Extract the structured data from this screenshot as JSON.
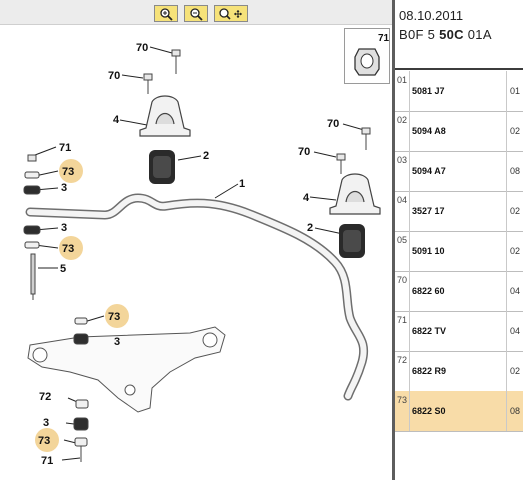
{
  "toolbar": {
    "buttons": [
      {
        "name": "zoom-in"
      },
      {
        "name": "zoom-out"
      },
      {
        "name": "pan"
      }
    ]
  },
  "header": {
    "date": "08.10.2011",
    "code_prefix": "B0F 5 ",
    "code_bold": "50C",
    "code_suffix": " 01A",
    "thumbnail_label": "71"
  },
  "rows": [
    {
      "num": "01",
      "code": "5081 J7",
      "qty": "01"
    },
    {
      "num": "02",
      "code": "5094 A8",
      "qty": "02"
    },
    {
      "num": "03",
      "code": "5094 A7",
      "qty": "08"
    },
    {
      "num": "04",
      "code": "3527 17",
      "qty": "02"
    },
    {
      "num": "05",
      "code": "5091 10",
      "qty": "02"
    },
    {
      "num": "70",
      "code": "6822 60",
      "qty": "04"
    },
    {
      "num": "71",
      "code": "6822 TV",
      "qty": "04"
    },
    {
      "num": "72",
      "code": "6822 R9",
      "qty": "02"
    },
    {
      "num": "73",
      "code": "6822 S0",
      "qty": "08",
      "highlight": true
    }
  ],
  "callouts": {
    "c70a": "70",
    "c70b": "70",
    "c4a": "4",
    "c2a": "2",
    "c1": "1",
    "c70c": "70",
    "c70d": "70",
    "c4b": "4",
    "c2b": "2",
    "c71a": "71",
    "c73a": "73",
    "c3a": "3",
    "c3b": "3",
    "c73b": "73",
    "c5": "5",
    "c73c": "73",
    "c3c": "3",
    "c72": "72",
    "c3d": "3",
    "c73d": "73",
    "c71b": "71"
  },
  "colors": {
    "highlight": "#f3d59a",
    "row_highlight": "#f8dca8",
    "toolbar_button": "#f6e27a"
  }
}
